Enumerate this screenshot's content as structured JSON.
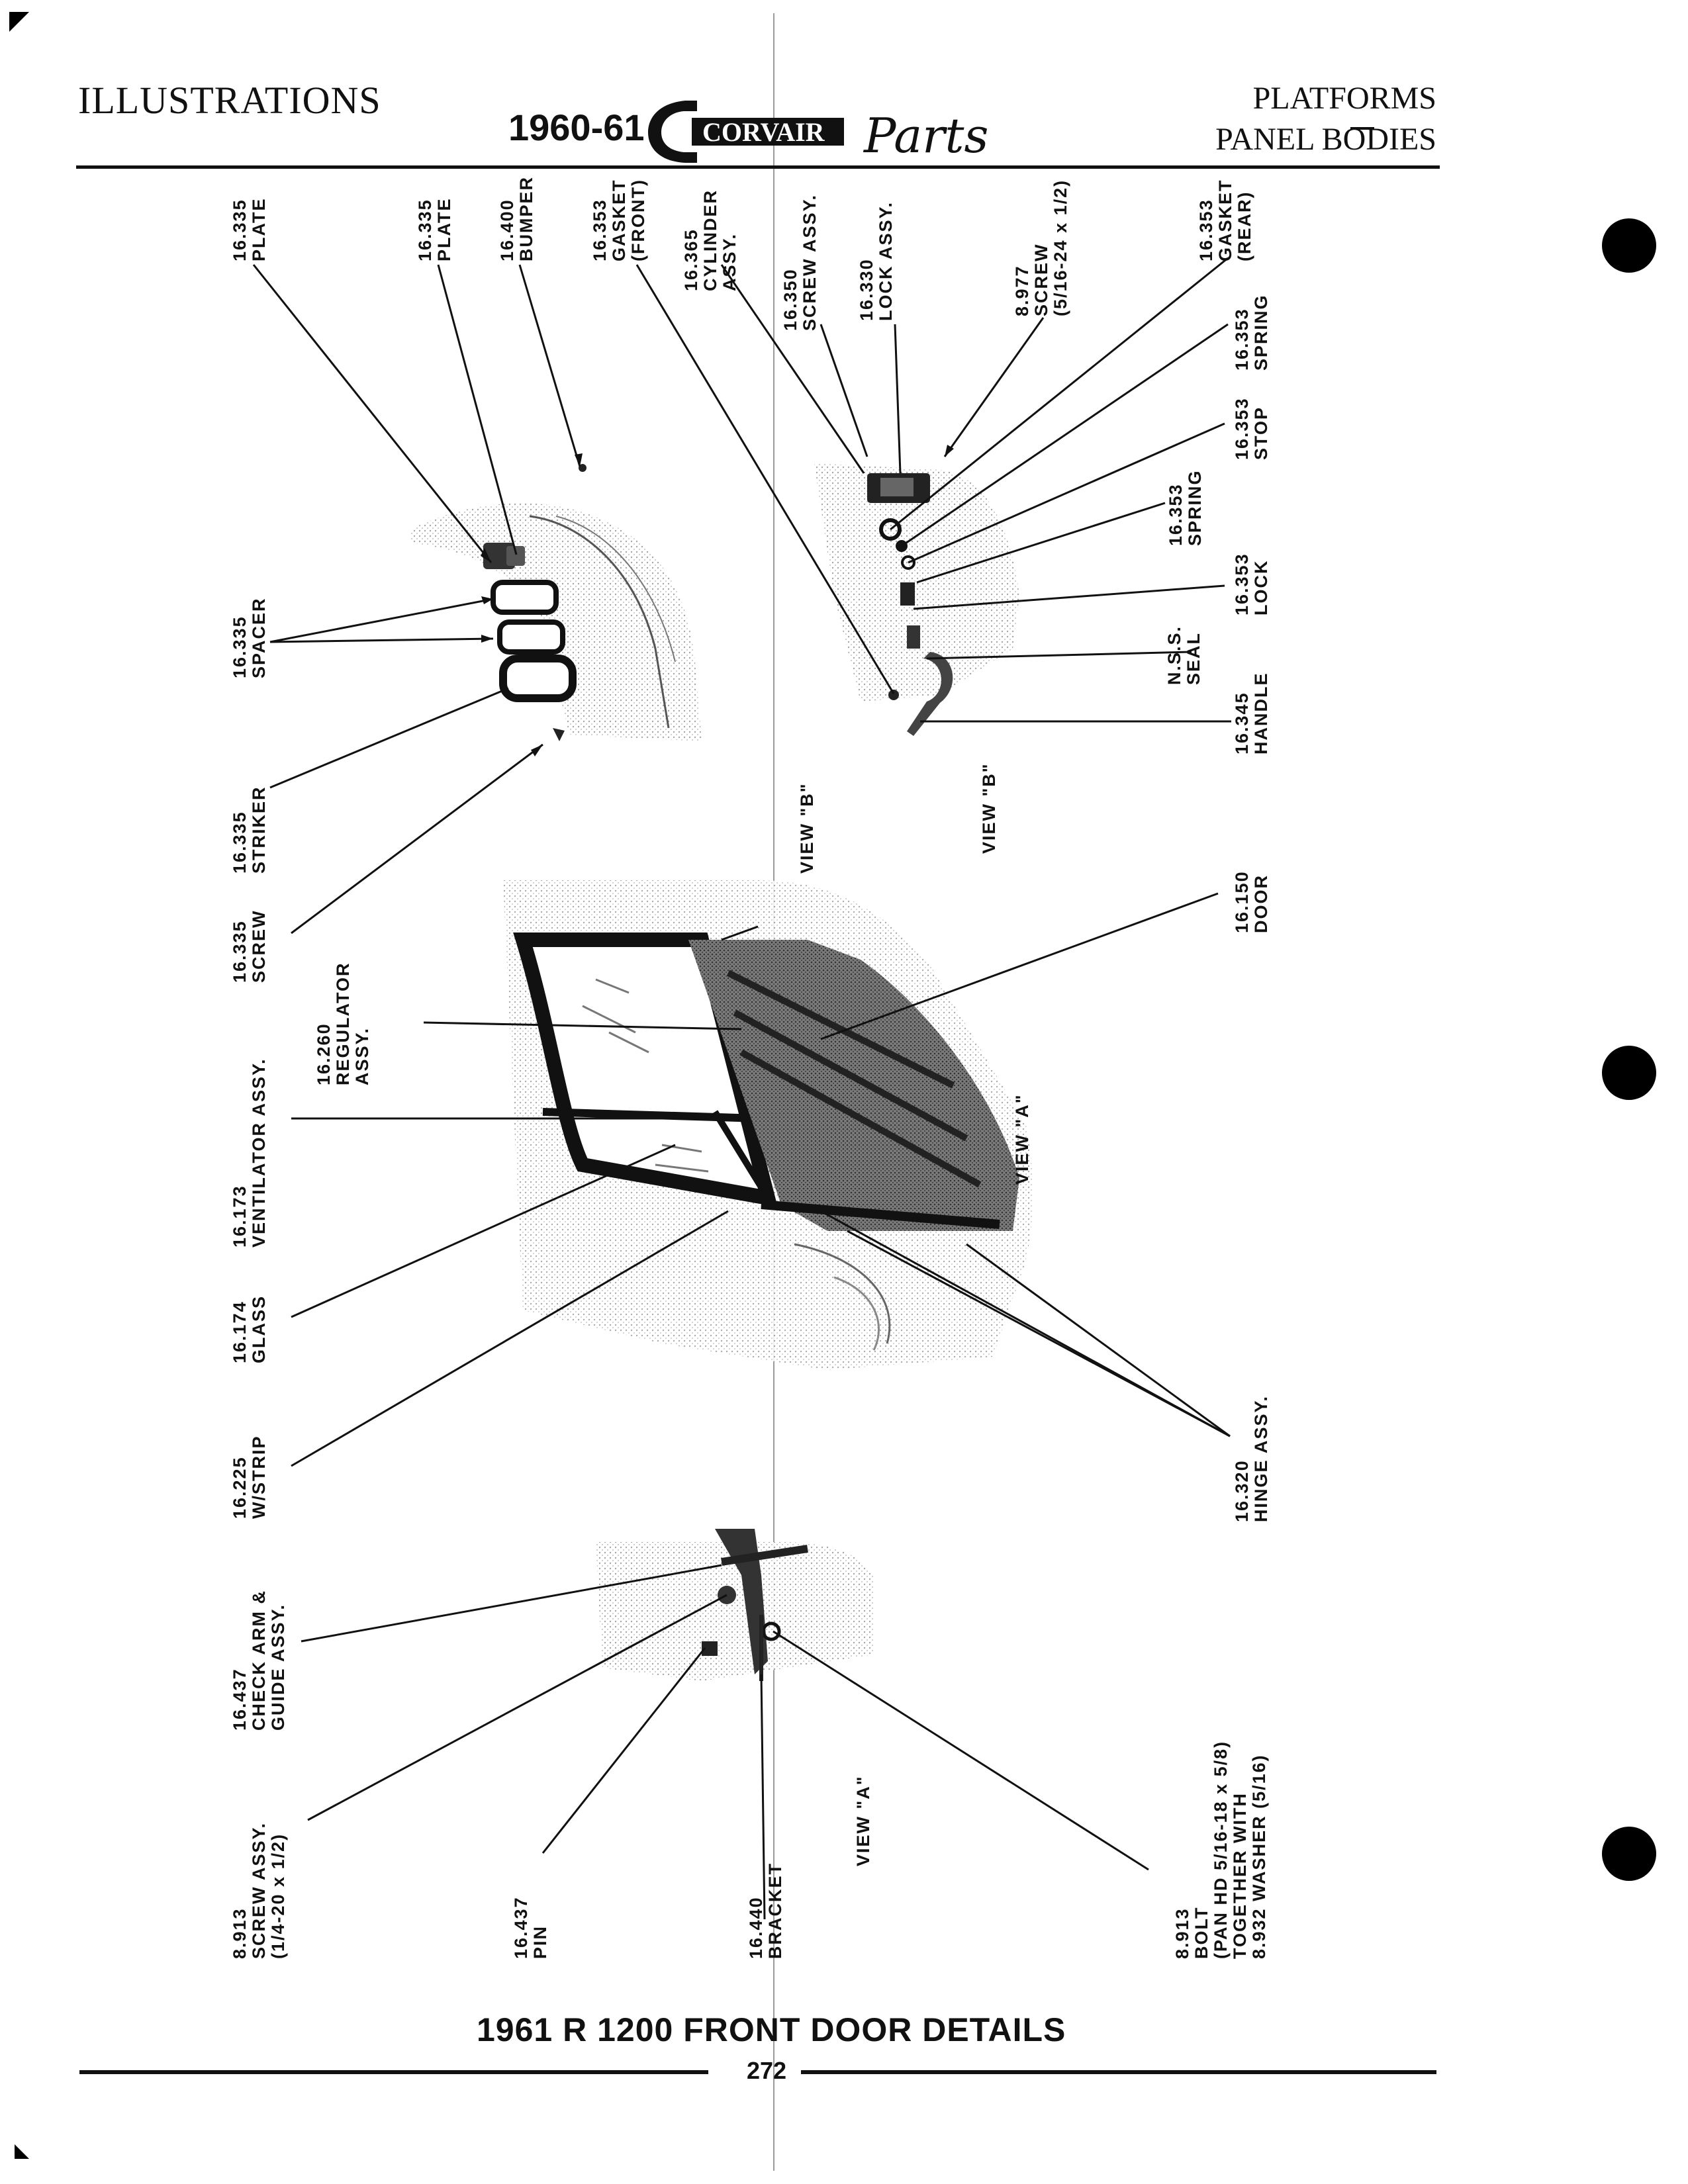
{
  "header": {
    "section": "ILLUSTRATIONS",
    "year": "1960-61",
    "brand": "CORVAIR",
    "brand_script": "Parts",
    "category_line1": "PLATFORMS",
    "category_line2": "PANEL BODIES"
  },
  "caption": "1961 R 1200 FRONT DOOR DETAILS",
  "page_number": "272",
  "view_labels": {
    "view_b_1": "VIEW \"B\"",
    "view_b_2": "VIEW \"B\"",
    "view_a_1": "VIEW \"A\"",
    "view_a_2": "VIEW \"A\""
  },
  "callouts": {
    "plate_1": {
      "part": "16.335",
      "name": "PLATE"
    },
    "plate_2": {
      "part": "16.335",
      "name": "PLATE"
    },
    "bumper": {
      "part": "16.400",
      "name": "BUMPER"
    },
    "gasket_front": {
      "part": "16.353",
      "name": "GASKET",
      "note": "(FRONT)"
    },
    "cylinder": {
      "part": "16.365",
      "name": "CYLINDER",
      "name2": "ASSY."
    },
    "screw_assy": {
      "part": "16.350",
      "name": "SCREW ASSY."
    },
    "lock_assy": {
      "part": "16.330",
      "name": "LOCK ASSY."
    },
    "screw_977": {
      "part": "8.977",
      "name": "SCREW",
      "note": "(5/16-24 x 1/2)"
    },
    "gasket_rear": {
      "part": "16.353",
      "name": "GASKET",
      "note": "(REAR)"
    },
    "spring_top": {
      "part": "16.353",
      "name": "SPRING"
    },
    "stop": {
      "part": "16.353",
      "name": "STOP"
    },
    "spring_mid": {
      "part": "16.353",
      "name": "SPRING"
    },
    "lock": {
      "part": "16.353",
      "name": "LOCK"
    },
    "seal": {
      "part": "N.S.S.",
      "name": "SEAL"
    },
    "handle": {
      "part": "16.345",
      "name": "HANDLE"
    },
    "spacer": {
      "part": "16.335",
      "name": "SPACER"
    },
    "striker": {
      "part": "16.335",
      "name": "STRIKER"
    },
    "screw_335": {
      "part": "16.335",
      "name": "SCREW"
    },
    "regulator": {
      "part": "16.260",
      "name": "REGULATOR",
      "name2": "ASSY."
    },
    "ventilator": {
      "part": "16.173",
      "name": "VENTILATOR ASSY."
    },
    "glass": {
      "part": "16.174",
      "name": "GLASS"
    },
    "wstrip": {
      "part": "16.225",
      "name": "W/STRIP"
    },
    "door": {
      "part": "16.150",
      "name": "DOOR"
    },
    "hinge": {
      "part": "16.320",
      "name": "HINGE ASSY."
    },
    "check_arm": {
      "part": "16.437",
      "name": "CHECK ARM &",
      "name2": "GUIDE ASSY."
    },
    "screw_913": {
      "part": "8.913",
      "name": "SCREW ASSY.",
      "note": "(1/4-20 x 1/2)"
    },
    "pin": {
      "part": "16.437",
      "name": "PIN"
    },
    "bracket": {
      "part": "16.440",
      "name": "BRACKET"
    },
    "bolt": {
      "part": "8.913",
      "name": "BOLT",
      "line2": "(PAN HD 5/16-18 x 5/8)",
      "line3": "TOGETHER WITH",
      "line4": "8.932 WASHER (5/16)"
    }
  }
}
